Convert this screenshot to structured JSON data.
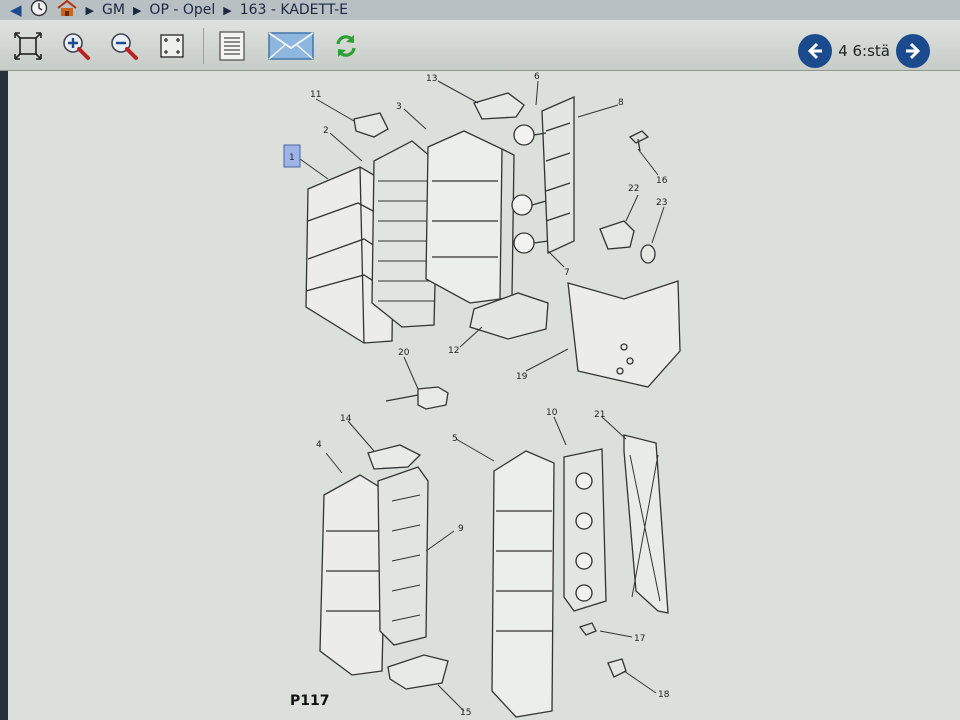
{
  "breadcrumb": {
    "items": [
      "GM",
      "OP - Opel",
      "163 - KADETT-E"
    ]
  },
  "toolbar": {
    "page_indicator": "4 6:stä"
  },
  "diagram": {
    "page_code": "P117",
    "callouts": [
      "1",
      "2",
      "3",
      "4",
      "5",
      "6",
      "7",
      "8",
      "9",
      "10",
      "11",
      "12",
      "13",
      "14",
      "15",
      "16",
      "17",
      "18",
      "19",
      "20",
      "21",
      "22",
      "23"
    ],
    "selected_callout": "1"
  },
  "colors": {
    "nav_blue": "#1b4a8d",
    "selection_highlight": "#9fb4e6",
    "refresh_green": "#2f9e35"
  }
}
